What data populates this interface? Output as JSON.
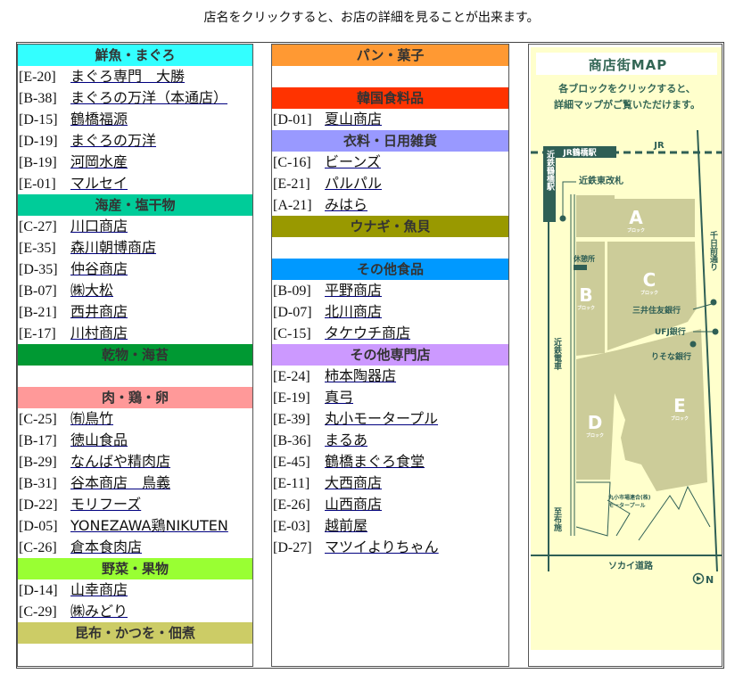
{
  "intro": "店名をクリックすると、お店の詳細を見ることが出来ます。",
  "columns": [
    {
      "sections": [
        {
          "title": "鮮魚・まぐろ",
          "color": "#33ffff",
          "items": [
            {
              "code": "[E-20]",
              "name": "まぐろ専門　大勝"
            },
            {
              "code": "[B-38]",
              "name": "まぐろの万洋（本通店）"
            },
            {
              "code": "[D-15]",
              "name": "鶴橋福源"
            },
            {
              "code": "[D-19]",
              "name": "まぐろの万洋"
            },
            {
              "code": "[B-19]",
              "name": "河岡水産"
            },
            {
              "code": "[E-01]",
              "name": "マルセイ"
            }
          ]
        },
        {
          "title": "海産・塩干物",
          "color": "#00cc99",
          "items": [
            {
              "code": "[C-27]",
              "name": "川口商店"
            },
            {
              "code": "[E-35]",
              "name": "森川朝博商店"
            },
            {
              "code": "[D-35]",
              "name": "仲谷商店"
            },
            {
              "code": "[B-07]",
              "name": "㈱大松"
            },
            {
              "code": "[B-21]",
              "name": "西井商店"
            },
            {
              "code": "[E-17]",
              "name": "川村商店"
            }
          ]
        },
        {
          "title": "乾物・海苔",
          "color": "#009933",
          "items": []
        },
        {
          "title": "肉・鶏・卵",
          "color": "#ff9999",
          "items": [
            {
              "code": "[C-25]",
              "name": "㈲鳥竹"
            },
            {
              "code": "[B-17]",
              "name": "徳山食品"
            },
            {
              "code": "[B-29]",
              "name": "なんばや精肉店"
            },
            {
              "code": "[B-31]",
              "name": "谷本商店　鳥義"
            },
            {
              "code": "[D-22]",
              "name": "モリフーズ"
            },
            {
              "code": "[D-05]",
              "name": "YONEZAWA鶏NIKUTEN"
            },
            {
              "code": "[C-26]",
              "name": "倉本食肉店"
            }
          ]
        },
        {
          "title": "野菜・果物",
          "color": "#99ff33",
          "items": [
            {
              "code": "[D-14]",
              "name": "山幸商店"
            },
            {
              "code": "[C-29]",
              "name": "㈱みどり"
            }
          ]
        },
        {
          "title": "昆布・かつを・佃煮",
          "color": "#cccc66",
          "items": []
        }
      ]
    },
    {
      "sections": [
        {
          "title": "パン・菓子",
          "color": "#ff9933",
          "items": []
        },
        {
          "title": "韓国食料品",
          "color": "#ff3300",
          "items": [
            {
              "code": "[D-01]",
              "name": "夏山商店"
            }
          ]
        },
        {
          "title": "衣料・日用雑貨",
          "color": "#9999ff",
          "items": [
            {
              "code": "[C-16]",
              "name": "ビーンズ"
            },
            {
              "code": "[E-21]",
              "name": "パルパル"
            },
            {
              "code": "[A-21]",
              "name": "みはら"
            }
          ]
        },
        {
          "title": "ウナギ・魚貝",
          "color": "#999900",
          "items": []
        },
        {
          "title": "その他食品",
          "color": "#0099ff",
          "items": [
            {
              "code": "[B-09]",
              "name": "平野商店"
            },
            {
              "code": "[D-07]",
              "name": "北川商店"
            },
            {
              "code": "[C-15]",
              "name": "タケウチ商店"
            }
          ]
        },
        {
          "title": "その他専門店",
          "color": "#cc99ff",
          "items": [
            {
              "code": "[E-24]",
              "name": "柿本陶器店"
            },
            {
              "code": "[E-19]",
              "name": "真弓"
            },
            {
              "code": "[E-39]",
              "name": "丸小モータープル"
            },
            {
              "code": "[B-36]",
              "name": "まるあ"
            },
            {
              "code": "[E-45]",
              "name": "鶴橋まぐろ食堂"
            },
            {
              "code": "[E-11]",
              "name": "大西商店"
            },
            {
              "code": "[E-26]",
              "name": "山西商店"
            },
            {
              "code": "[E-03]",
              "name": "越前屋"
            },
            {
              "code": "[D-27]",
              "name": "マツイよりちゃん"
            }
          ]
        }
      ]
    }
  ],
  "map": {
    "title": "商店街MAP",
    "instruction_1": "各ブロックをクリックすると、",
    "instruction_2": "詳細マップがご覧いただけます。",
    "jr": "JR",
    "jr_station": "JR鶴橋駅",
    "kintetsu_station": "近鉄鶴橋駅",
    "kintetsu_east_gate": "近鉄東改札",
    "rest_area": "休憩所",
    "sennichimae": "千日前通り",
    "kintetsu_train": "近鉄電車",
    "to_fuse": "至布施",
    "sokai_road": "ソカイ道路",
    "bank_smbc": "三井住友銀行",
    "bank_ufj": "UFJ銀行",
    "bank_resona": "りそな銀行",
    "market_1": "丸小市場連合(株)",
    "market_2": "モータープール",
    "block_suffix": "ブロック",
    "blocks": [
      "A",
      "B",
      "C",
      "D",
      "E"
    ],
    "north": "N",
    "colors": {
      "background": "#ffffcc",
      "block": "#cccc99",
      "line": "#2f5f55"
    }
  }
}
